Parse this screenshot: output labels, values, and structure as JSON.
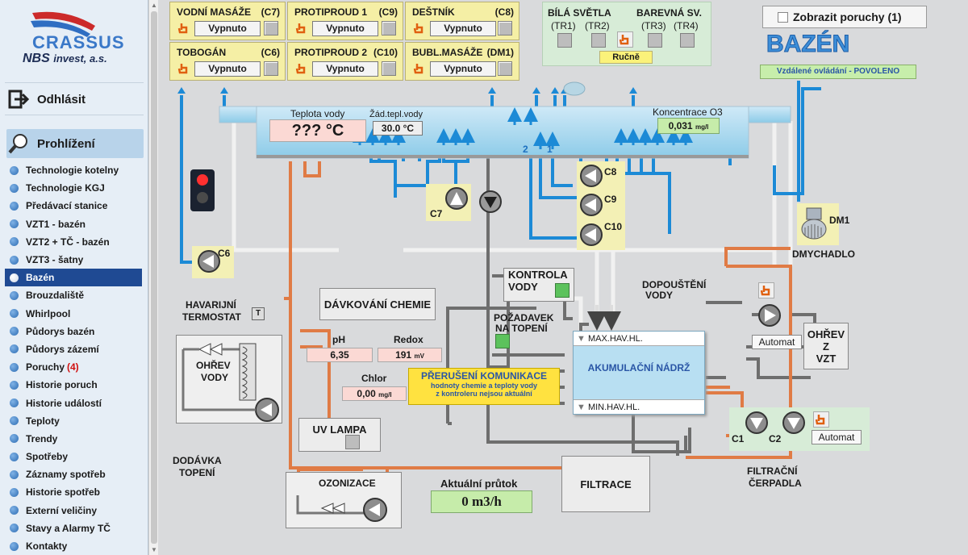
{
  "sidebar": {
    "logo_top": "CRASSUS",
    "logo_main": "NBS",
    "logo_sub": "invest, a.s.",
    "logout_label": "Odhlásit",
    "browse_label": "Prohlížení",
    "items": [
      {
        "label": "Technologie kotelny"
      },
      {
        "label": "Technologie KGJ"
      },
      {
        "label": "Předávací stanice"
      },
      {
        "label": "VZT1 - bazén"
      },
      {
        "label": "VZT2 + TČ - bazén"
      },
      {
        "label": "VZT3 - šatny"
      },
      {
        "label": "Bazén",
        "selected": true
      },
      {
        "label": "Brouzdaliště"
      },
      {
        "label": "Whirlpool"
      },
      {
        "label": "Půdorys bazén"
      },
      {
        "label": "Půdorys zázemí"
      },
      {
        "label": "Poruchy",
        "badge": "(4)"
      },
      {
        "label": "Historie poruch"
      },
      {
        "label": "Historie událostí"
      },
      {
        "label": "Teploty"
      },
      {
        "label": "Trendy"
      },
      {
        "label": "Spotřeby"
      },
      {
        "label": "Záznamy spotřeb"
      },
      {
        "label": "Historie spotřeb"
      },
      {
        "label": "Externí veličiny"
      },
      {
        "label": "Stavy a Alarmy TČ"
      },
      {
        "label": "Kontakty"
      }
    ]
  },
  "controls": [
    {
      "title": "VODNÍ MASÁŽE",
      "code": "(C7)",
      "value": "Vypnuto"
    },
    {
      "title": "PROTIPROUD 1",
      "code": "(C9)",
      "value": "Vypnuto"
    },
    {
      "title": "DEŠTNÍK",
      "code": "(C8)",
      "value": "Vypnuto"
    },
    {
      "title": "TOBOGÁN",
      "code": "(C6)",
      "value": "Vypnuto"
    },
    {
      "title": "PROTIPROUD 2",
      "code": "(C10)",
      "value": "Vypnuto"
    },
    {
      "title": "BUBL.MASÁŽE",
      "code": "(DM1)",
      "value": "Vypnuto"
    }
  ],
  "lights": {
    "white_label": "BÍLÁ SVĚTLA",
    "color_label": "BAREVNÁ SV.",
    "tr1": "(TR1)",
    "tr2": "(TR2)",
    "tr3": "(TR3)",
    "tr4": "(TR4)",
    "mode": "Ručně"
  },
  "header": {
    "show_faults": "Zobrazit poruchy (1)",
    "title": "BAZÉN",
    "remote": "Vzdálené ovládání - POVOLENO"
  },
  "pool": {
    "temp_label": "Teplota vody",
    "temp_value": "??? °C",
    "setpoint_label": "Žád.tepl.vody",
    "setpoint_value": "30.0 °C",
    "o3_label": "Koncentrace O3",
    "o3_value": "0,031",
    "o3_unit": "mg/l",
    "mark_2": "2",
    "mark_1": "1"
  },
  "pumps": {
    "c6": "C6",
    "c7": "C7",
    "c8": "C8",
    "c9": "C9",
    "c10": "C10",
    "c1": "C1",
    "c2": "C2",
    "dm1": "DM1",
    "dm1_label": "DMYCHADLO"
  },
  "chem": {
    "havarijni": "HAVARIJNÍ",
    "termostat": "TERMOSTAT",
    "t": "T",
    "dosing": "DÁVKOVÁNÍ CHEMIE",
    "ph_label": "pH",
    "ph_value": "6,35",
    "redox_label": "Redox",
    "redox_value": "191",
    "redox_unit": "mV",
    "chlor_label": "Chlor",
    "chlor_value": "0,00",
    "chlor_unit": "mg/l",
    "comm_title": "PŘERUŠENÍ KOMUNIKACE",
    "comm_text1": "hodnoty chemie a teploty vody",
    "comm_text2": "z kontroleru nejsou aktuální",
    "heat_label1": "OHŘEV",
    "heat_label2": "VODY",
    "uv": "UV LAMPA",
    "supply1": "DODÁVKA",
    "supply2": "TOPENÍ",
    "ozon": "OZONIZACE"
  },
  "tank": {
    "ctrl1": "KONTROLA",
    "ctrl2": "VODY",
    "req1": "POŽADAVEK",
    "req2": "NA TOPENÍ",
    "refill1": "DOPOUŠTĚNÍ",
    "refill2": "VODY",
    "max": "MAX.HAV.HL.",
    "name": "AKUMULAČNÍ NÁDRŽ",
    "min": "MIN.HAV.HL.",
    "auto1": "Automat",
    "auto2": "Automat",
    "vzt1": "OHŘEV",
    "vzt2": "Z",
    "vzt3": "VZT",
    "filtr": "FILTRACE",
    "fp1": "FILTRAČNÍ",
    "fp2": "ČERPADLA",
    "flow_label": "Aktuální průtok",
    "flow_value": "0 m3/h"
  },
  "colors": {
    "orange": "#e07b45",
    "blue": "#1c8ad6",
    "gray": "#6e6e6e",
    "light": "#f2f2f2"
  }
}
